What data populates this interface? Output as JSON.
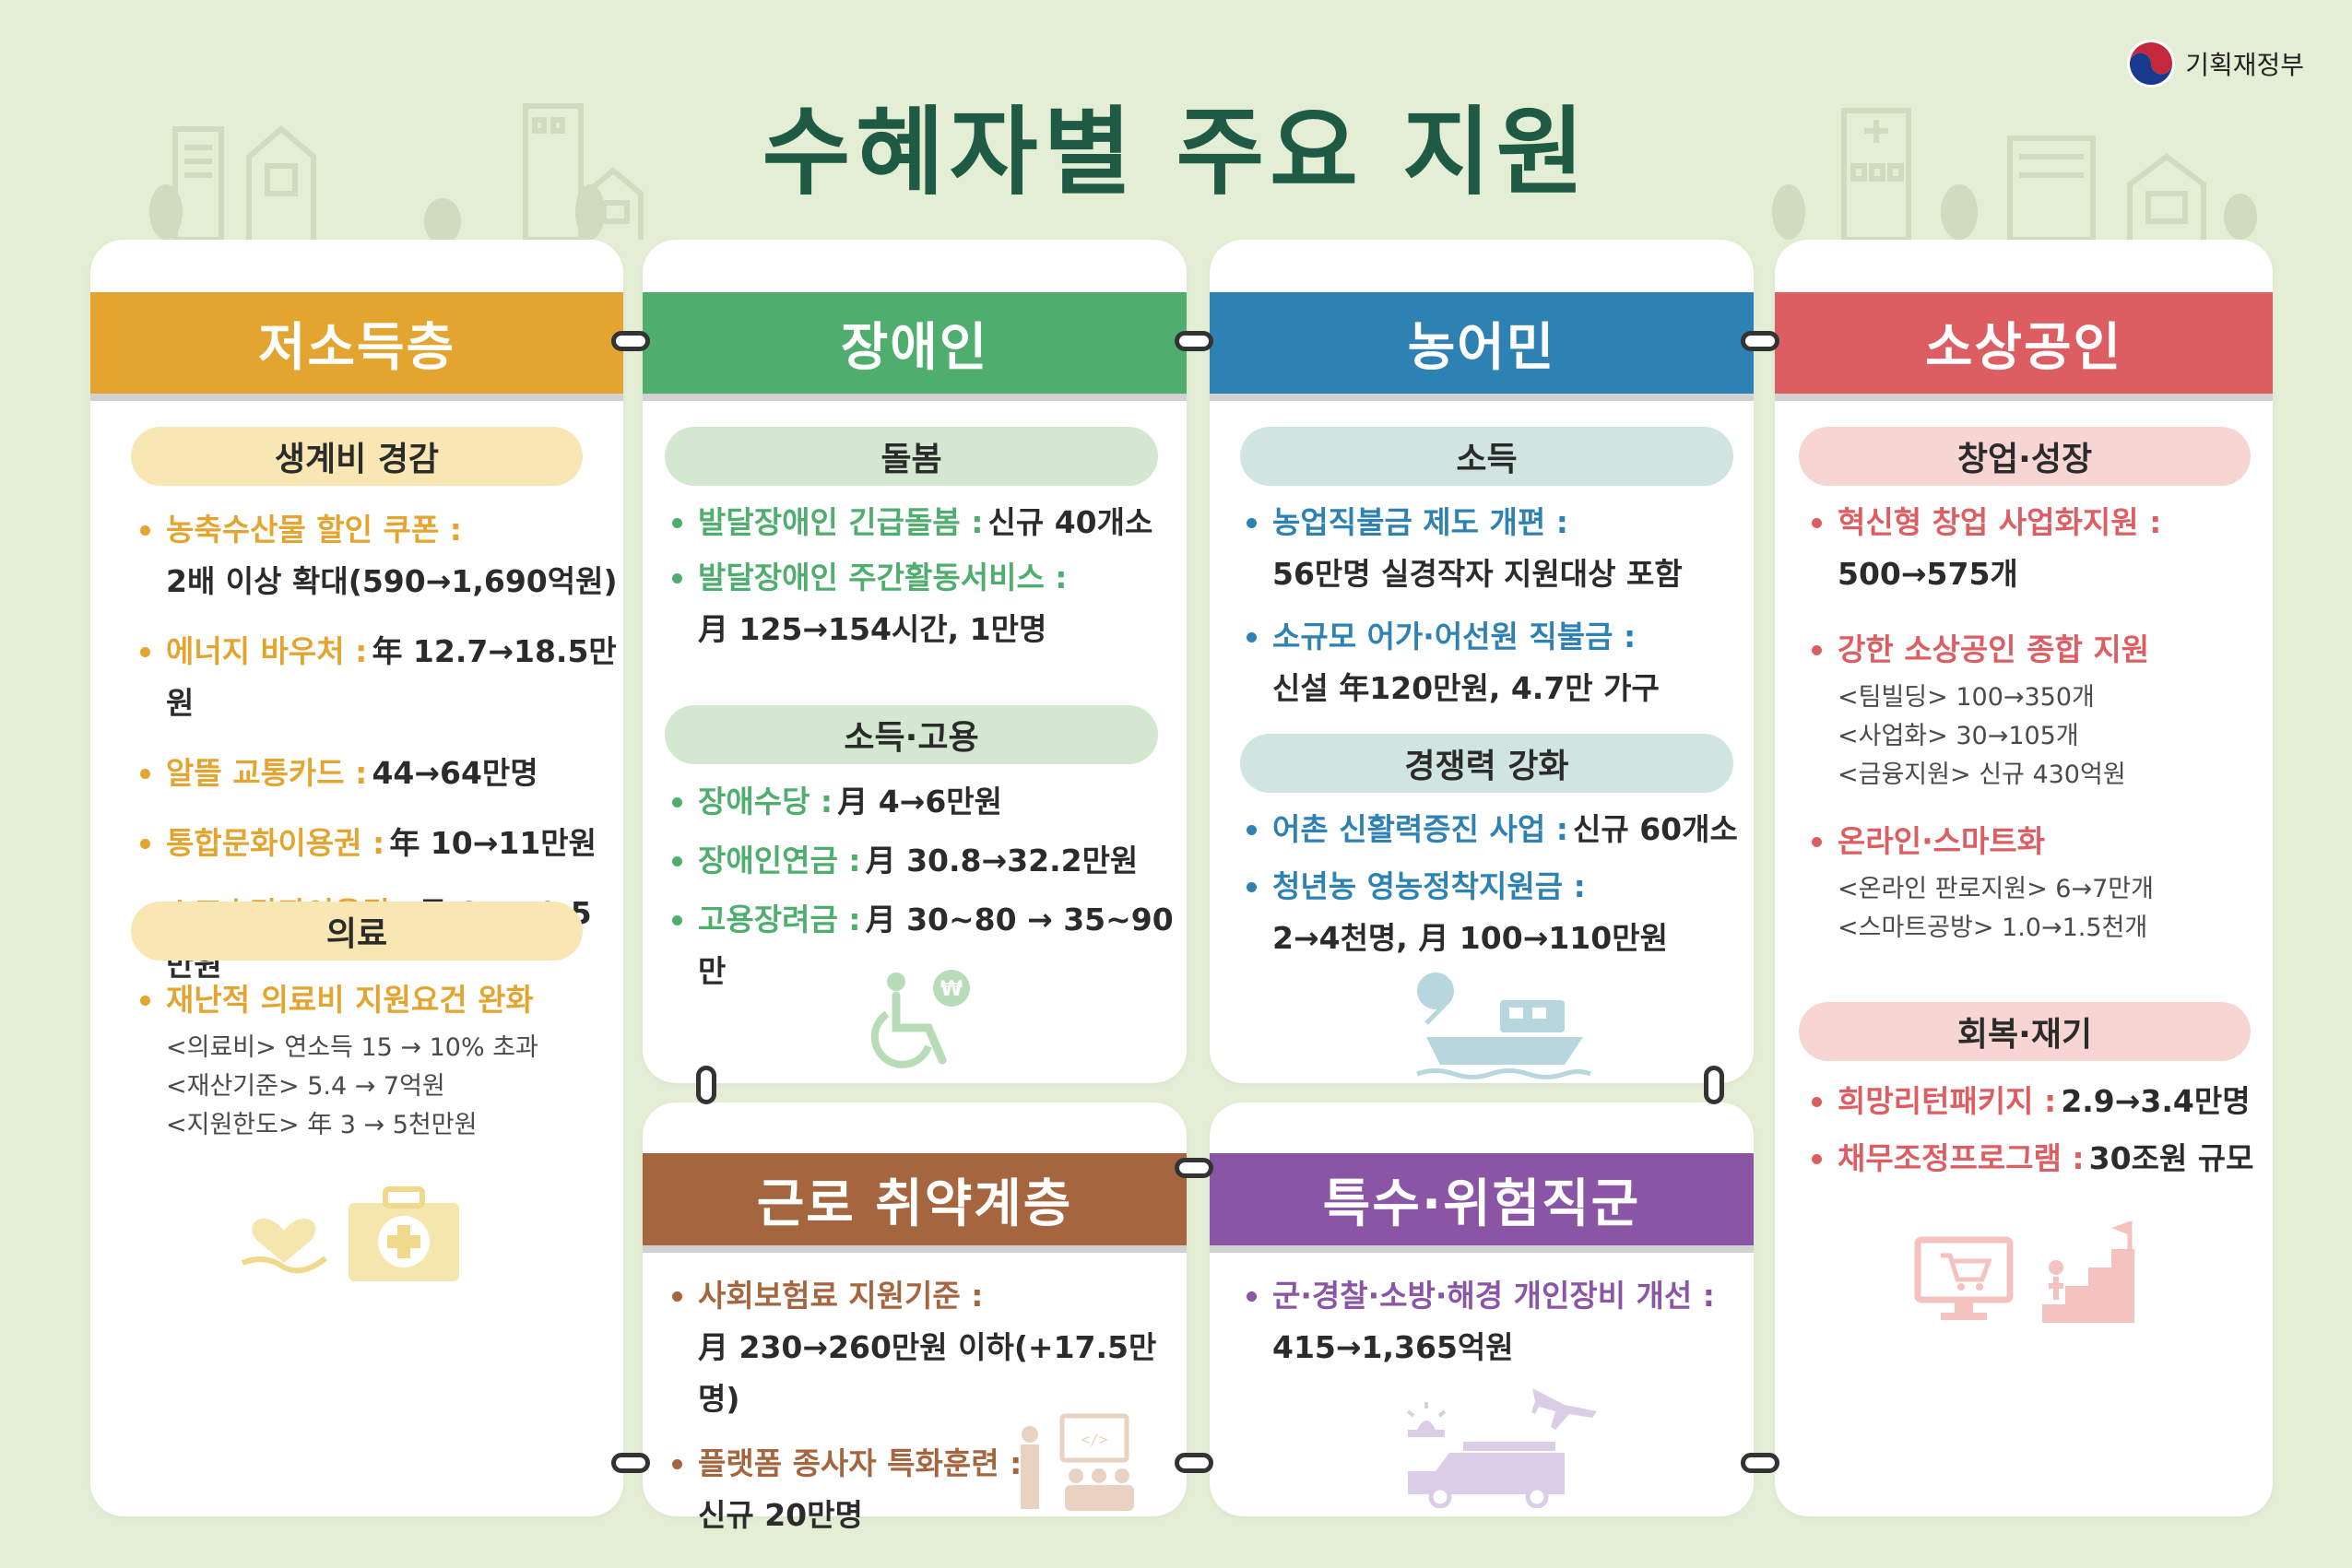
{
  "ministry": "기획재정부",
  "title": "수혜자별 주요 지원",
  "colors": {
    "background": "#e3eed5",
    "title": "#1f5a44",
    "low_income": "#e4a530",
    "disabled": "#4fae6e",
    "farmers": "#2e82b3",
    "small_business": "#dd5e62",
    "workers": "#a5663f",
    "special": "#8a55a5"
  },
  "low_income": {
    "banner": "저소득층",
    "sec1": {
      "title": "생계비 경감",
      "items": [
        {
          "label": "농축수산물 할인 쿠폰 :",
          "value": "2배 이상 확대(590→1,690억원)"
        },
        {
          "label": "에너지 바우처 :",
          "value": "年 12.7→18.5만원"
        },
        {
          "label": "알뜰 교통카드 :",
          "value": "44→64만명"
        },
        {
          "label": "통합문화이용권 :",
          "value": "年 10→11만원"
        },
        {
          "label": "스포츠강좌이용권 :",
          "value": "月 8.5→9.5만원"
        }
      ]
    },
    "sec2": {
      "title": "의료",
      "items": [
        {
          "label": "재난적 의료비 지원요건 완화",
          "subs": [
            "<의료비> 연소득 15 → 10% 초과",
            "<재산기준> 5.4 → 7억원",
            "<지원한도> 年 3 → 5천만원"
          ]
        }
      ]
    }
  },
  "disabled": {
    "banner": "장애인",
    "sec1": {
      "title": "돌봄",
      "items": [
        {
          "label": "발달장애인 긴급돌봄 :",
          "value": "신규 40개소"
        },
        {
          "label": "발달장애인 주간활동서비스 :",
          "value": "月 125→154시간, 1만명"
        }
      ]
    },
    "sec2": {
      "title": "소득·고용",
      "items": [
        {
          "label": "장애수당 :",
          "value": "月 4→6만원"
        },
        {
          "label": "장애인연금 :",
          "value": "月 30.8→32.2만원"
        },
        {
          "label": "고용장려금 :",
          "value": "月 30~80 → 35~90만"
        }
      ]
    }
  },
  "farmers": {
    "banner": "농어민",
    "sec1": {
      "title": "소득",
      "items": [
        {
          "label": "농업직불금 제도 개편 :",
          "value": "56만명 실경작자 지원대상 포함"
        },
        {
          "label": "소규모 어가·어선원 직불금 :",
          "value": "신설 年120만원, 4.7만 가구"
        }
      ]
    },
    "sec2": {
      "title": "경쟁력 강화",
      "items": [
        {
          "label": "어촌 신활력증진 사업 :",
          "value": "신규 60개소"
        },
        {
          "label": "청년농 영농정착지원금 :",
          "value": "2→4천명, 月 100→110만원"
        }
      ]
    }
  },
  "small_business": {
    "banner": "소상공인",
    "sec1": {
      "title": "창업·성장",
      "items": [
        {
          "label": "혁신형 창업 사업화지원 :",
          "value": "500→575개",
          "subs": []
        },
        {
          "label": "강한 소상공인 종합 지원",
          "value": "",
          "subs": [
            "<팀빌딩> 100→350개",
            "<사업화> 30→105개",
            "<금융지원> 신규 430억원"
          ]
        },
        {
          "label": "온라인·스마트화",
          "value": "",
          "subs": [
            "<온라인 판로지원> 6→7만개",
            "<스마트공방> 1.0→1.5천개"
          ]
        }
      ]
    },
    "sec2": {
      "title": "회복·재기",
      "items": [
        {
          "label": "희망리턴패키지 :",
          "value": "2.9→3.4만명"
        },
        {
          "label": "채무조정프로그램 :",
          "value": "30조원 규모"
        }
      ]
    }
  },
  "workers": {
    "banner": "근로 취약계층",
    "items": [
      {
        "label": "사회보험료 지원기준 :",
        "value": "月 230→260만원 이하(+17.5만명)"
      },
      {
        "label": "플랫폼 종사자 특화훈련 :",
        "value": "신규 20만명"
      }
    ]
  },
  "special": {
    "banner": "특수·위험직군",
    "items": [
      {
        "label": "군·경찰·소방·해경 개인장비 개선 :",
        "value": "415→1,365억원"
      }
    ]
  },
  "icons": [
    "government-emblem-icon",
    "caring-heart-hand-icon",
    "first-aid-kit-icon",
    "wheelchair-won-icon",
    "fishing-boat-icon",
    "teacher-presentation-icon",
    "emergency-vehicle-icon",
    "fighter-jet-icon",
    "online-shop-monitor-icon",
    "stairs-flag-icon",
    "city-buildings-icon",
    "tree-icon"
  ]
}
